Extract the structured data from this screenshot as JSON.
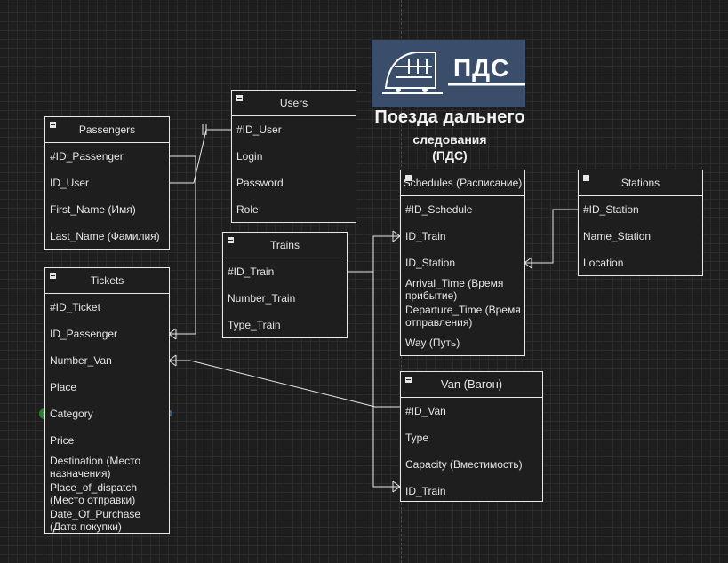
{
  "title": {
    "line1": "Поезда дальнего",
    "line2": "следования",
    "line3": "(ПДС)"
  },
  "logo": {
    "text": "ПДС",
    "icon": "train-icon",
    "bg": "#3a4e6b"
  },
  "entities": {
    "users": {
      "name": "Users",
      "fields": [
        "#ID_User",
        "Login",
        "Password",
        "Role"
      ]
    },
    "passengers": {
      "name": "Passengers",
      "fields": [
        "#ID_Passenger",
        "ID_User",
        "First_Name (Имя)",
        "Last_Name (Фамилия)"
      ]
    },
    "tickets": {
      "name": "Tickets",
      "fields": [
        "#ID_Ticket",
        "ID_Passenger",
        "Number_Van",
        "Place",
        "Category",
        "Price",
        "Destination (Место назначения)",
        "Place_of_dispatch (Место отправки)",
        "Date_Of_Purchase (Дата покупки)"
      ]
    },
    "trains": {
      "name": "Trains",
      "fields": [
        "#ID_Train",
        "Number_Train",
        "Type_Train"
      ]
    },
    "schedules": {
      "name": "Schedules (Расписание)",
      "fields": [
        "#ID_Schedule",
        "ID_Train",
        "ID_Station",
        "Arrival_Time (Время прибытие)",
        "Departure_Time (Время отправления)",
        "Way (Путь)"
      ]
    },
    "stations": {
      "name": "Stations",
      "fields": [
        "#ID_Station",
        "Name_Station",
        "Location"
      ]
    },
    "van": {
      "name": "Van (Вагон)",
      "fields": [
        "#ID_Van",
        "Type",
        "Capacity (Вместимость)",
        "ID_Train"
      ]
    }
  }
}
